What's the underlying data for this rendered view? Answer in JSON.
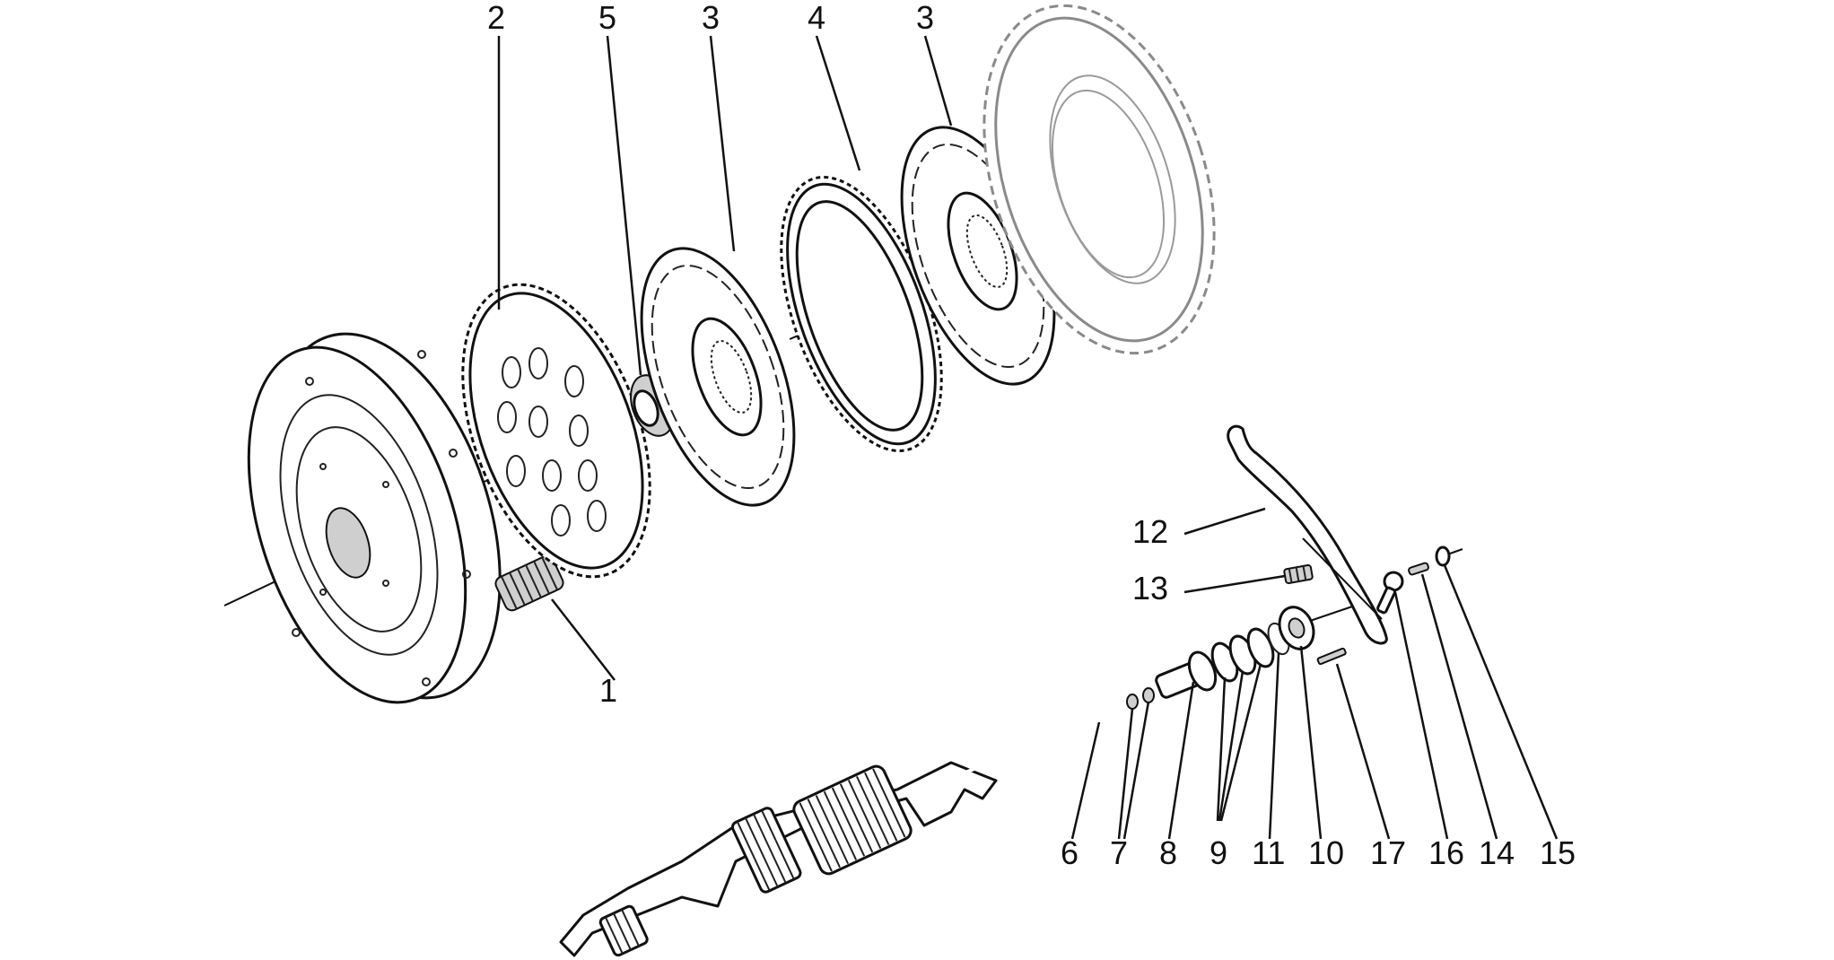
{
  "diagram": {
    "callouts": [
      {
        "id": "c1",
        "text": "1"
      },
      {
        "id": "c2",
        "text": "2"
      },
      {
        "id": "c3a",
        "text": "3"
      },
      {
        "id": "c3b",
        "text": "3"
      },
      {
        "id": "c4",
        "text": "4"
      },
      {
        "id": "c5",
        "text": "5"
      },
      {
        "id": "c6",
        "text": "6"
      },
      {
        "id": "c7",
        "text": "7"
      },
      {
        "id": "c8",
        "text": "8"
      },
      {
        "id": "c9",
        "text": "9"
      },
      {
        "id": "c10",
        "text": "10"
      },
      {
        "id": "c11",
        "text": "11"
      },
      {
        "id": "c12",
        "text": "12"
      },
      {
        "id": "c13",
        "text": "13"
      },
      {
        "id": "c14",
        "text": "14"
      },
      {
        "id": "c15",
        "text": "15"
      },
      {
        "id": "c16",
        "text": "16"
      },
      {
        "id": "c17",
        "text": "17"
      }
    ],
    "colors": {
      "line": "#111111",
      "ghost_line": "#8a8a8a",
      "background": "#ffffff"
    }
  }
}
